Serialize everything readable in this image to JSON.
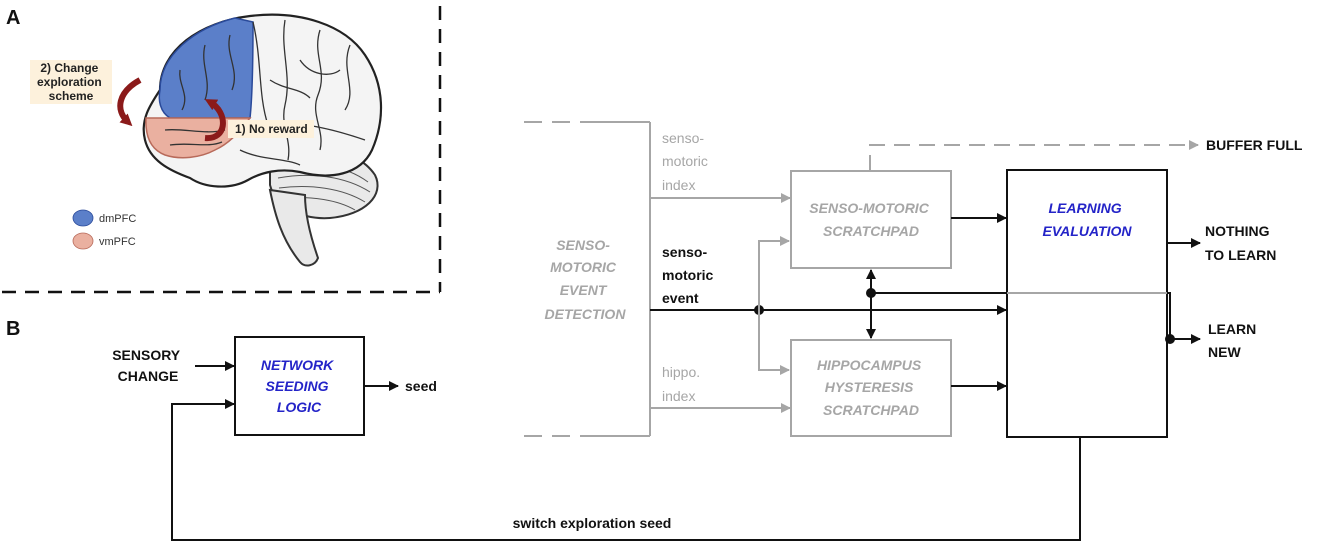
{
  "panel_a": {
    "letter": "A",
    "callout_change": [
      "2) Change",
      "exploration",
      "scheme"
    ],
    "callout_no_reward": "1) No reward",
    "legend": [
      {
        "label": "dmPFC",
        "color": "#5b7fc9"
      },
      {
        "label": "vmPFC",
        "color": "#eab0a0"
      }
    ]
  },
  "panel_b": {
    "letter": "B",
    "sensory_change": [
      "SENSORY",
      "CHANGE"
    ],
    "network_seeding_logic": [
      "NETWORK",
      "SEEDING",
      "LOGIC"
    ],
    "seed": "seed",
    "event_detection": [
      "SENSO-",
      "MOTORIC",
      "EVENT",
      "DETECTION"
    ],
    "senso_motoric_index": [
      "senso-",
      "motoric",
      "index"
    ],
    "senso_motoric_event": [
      "senso-",
      "motoric",
      "event"
    ],
    "hippo_index": [
      "hippo.",
      "index"
    ],
    "senso_motoric_scratchpad": [
      "SENSO-MOTORIC",
      "SCRATCHPAD"
    ],
    "hippocampus_scratchpad": [
      "HIPPOCAMPUS",
      "HYSTERESIS",
      "SCRATCHPAD"
    ],
    "learning_evaluation": [
      "LEARNING",
      "EVALUATION"
    ],
    "buffer_full": "BUFFER FULL",
    "nothing_to_learn": [
      "NOTHING",
      "TO LEARN"
    ],
    "learn_new": [
      "LEARN",
      "NEW"
    ],
    "switch_exploration_seed": "switch exploration seed"
  },
  "colors": {
    "black": "#111111",
    "gray": "#a6a6a6",
    "blue_text": "#2424c8",
    "dark_red_arrow": "#8b1a1a",
    "brain_fill": "#f4f4f4"
  }
}
